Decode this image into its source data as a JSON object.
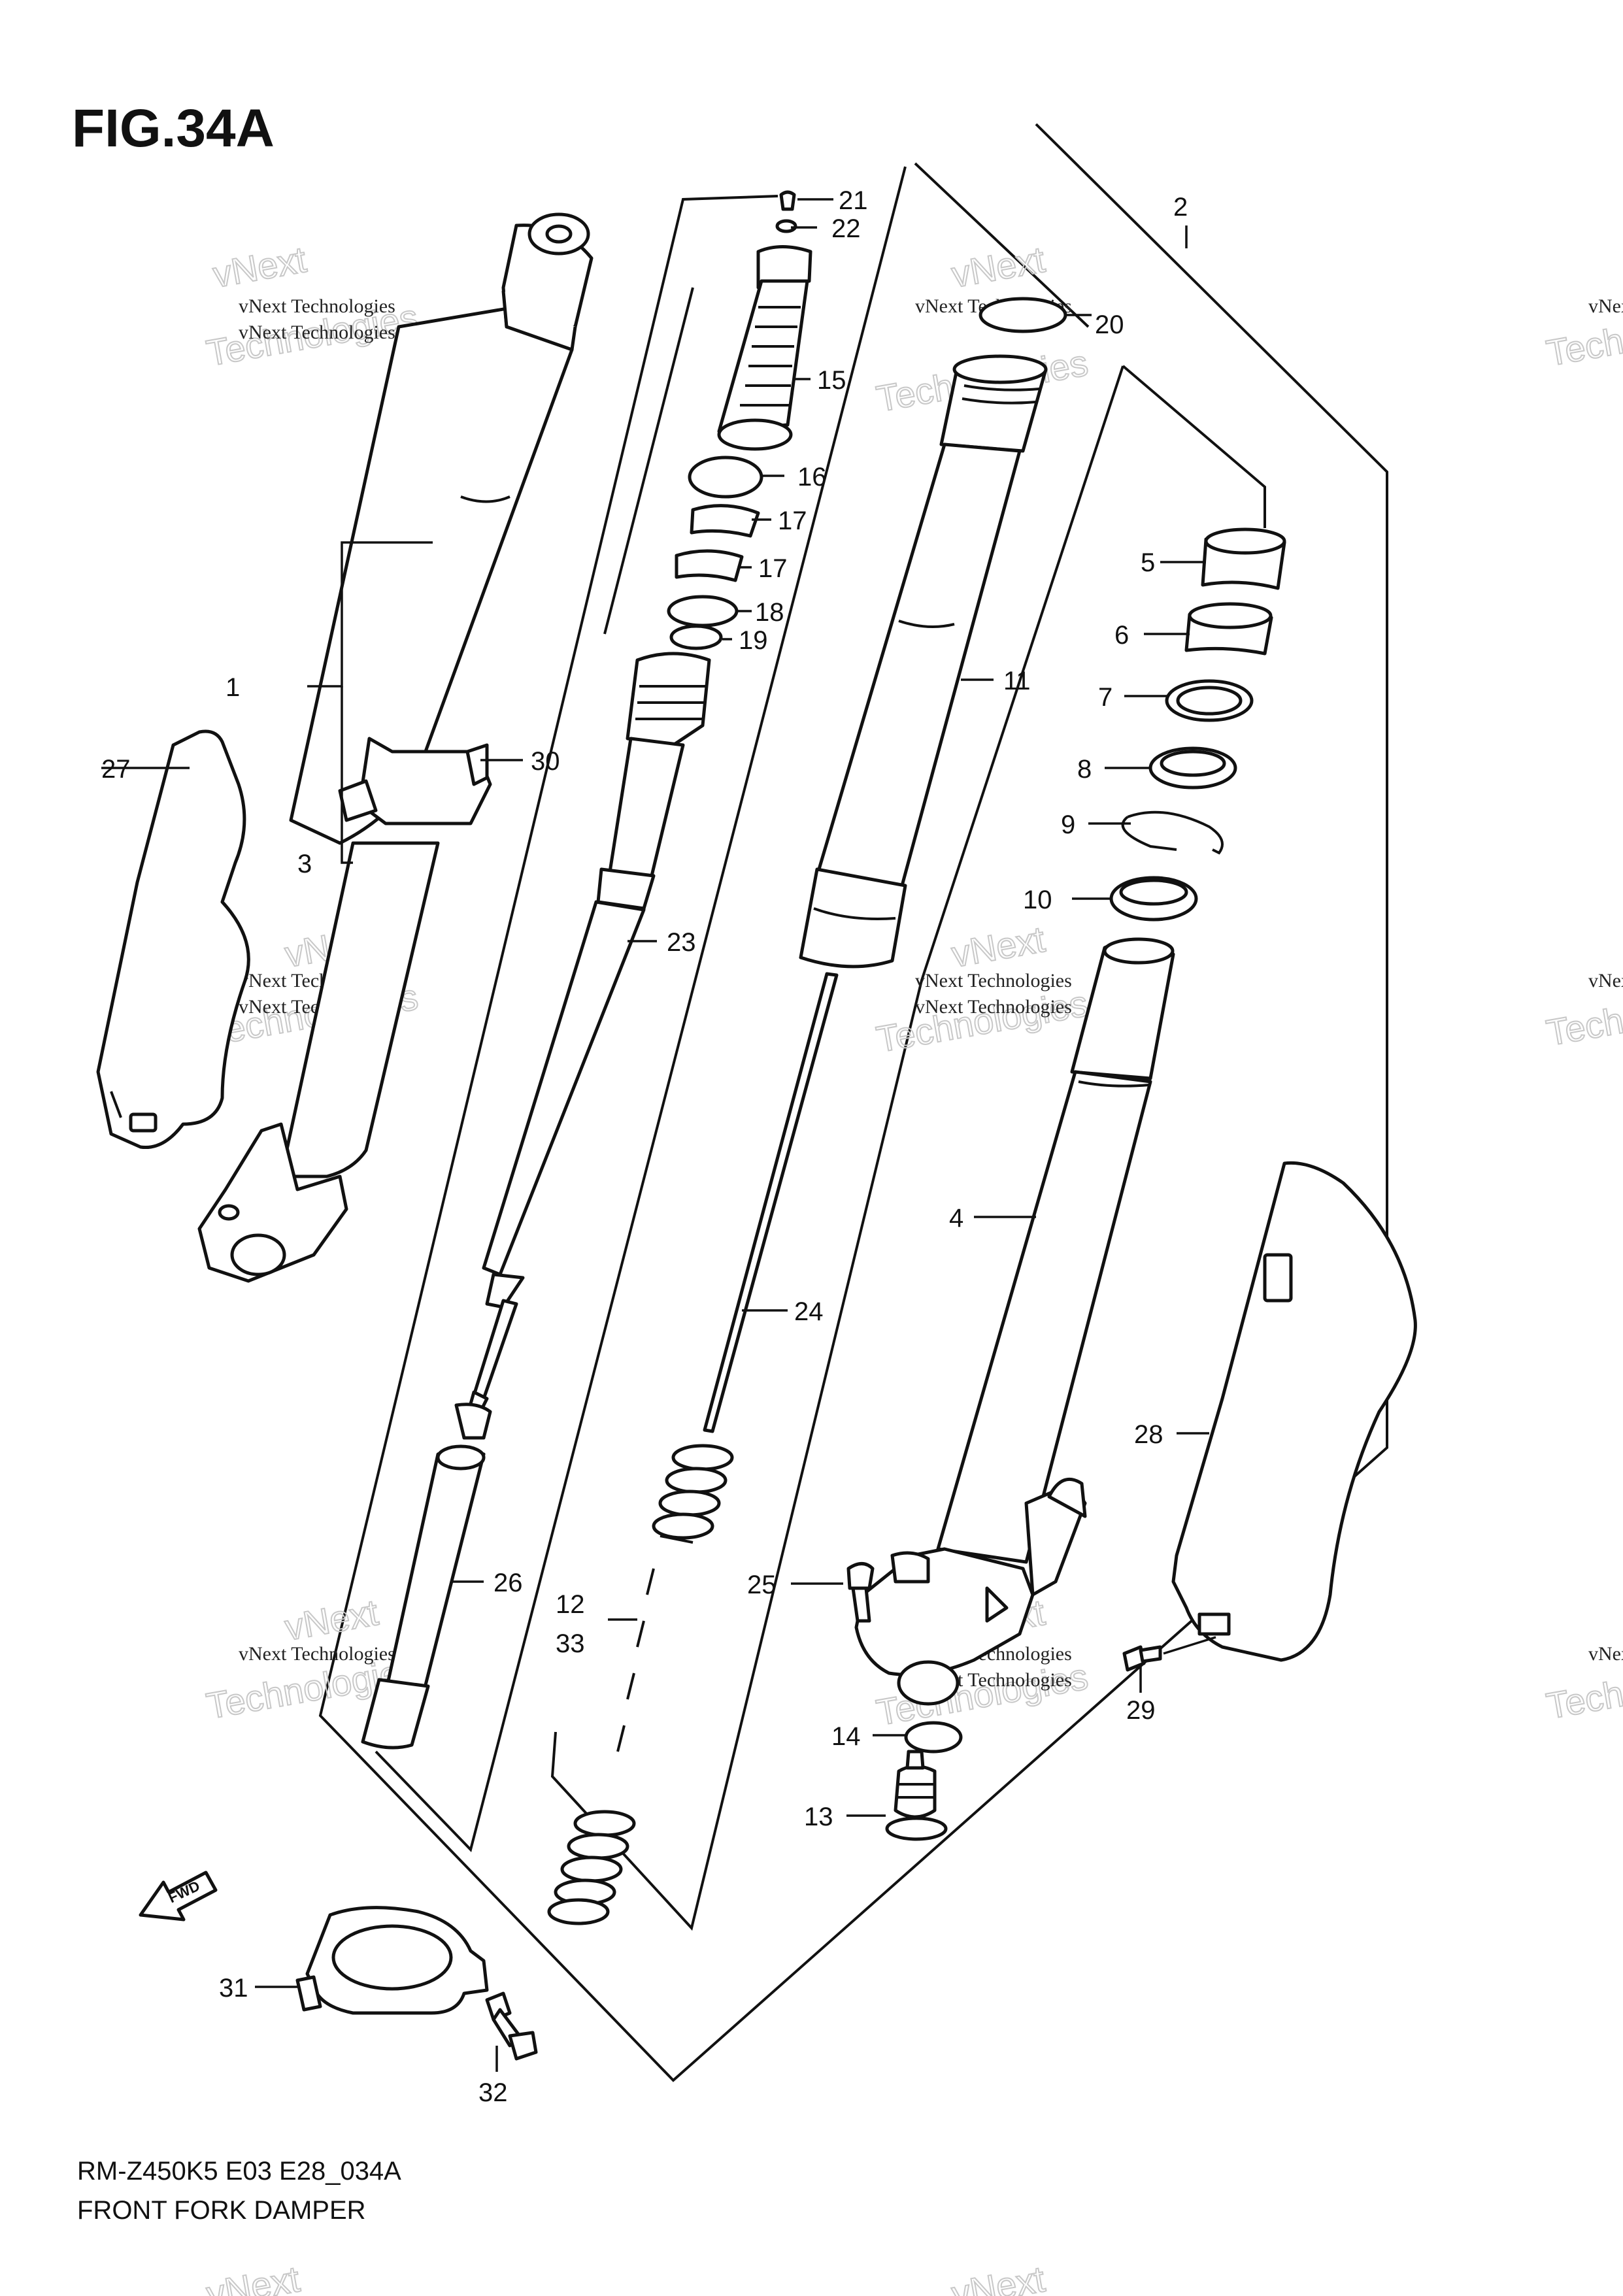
{
  "figure": {
    "title": "FIG.34A",
    "model_code": "RM-Z450K5 E03 E28_034A",
    "caption": "FRONT FORK DAMPER"
  },
  "watermark": {
    "line1": "vNext Technologies",
    "line2_a": "vNext",
    "line2_b": "Technologies"
  },
  "fwd_label": "FWD",
  "callouts": {
    "c1": "1",
    "c2": "2",
    "c3": "3",
    "c4": "4",
    "c5": "5",
    "c6": "6",
    "c7": "7",
    "c8": "8",
    "c9": "9",
    "c10": "10",
    "c11": "11",
    "c12": "12",
    "c33": "33",
    "c13": "13",
    "c14": "14",
    "c15": "15",
    "c16": "16",
    "c17a": "17",
    "c17b": "17",
    "c18": "18",
    "c19": "19",
    "c20": "20",
    "c21": "21",
    "c22": "22",
    "c23": "23",
    "c24": "24",
    "c25": "25",
    "c26": "26",
    "c27": "27",
    "c28": "28",
    "c29": "29",
    "c30": "30",
    "c31": "31",
    "c32": "32"
  }
}
